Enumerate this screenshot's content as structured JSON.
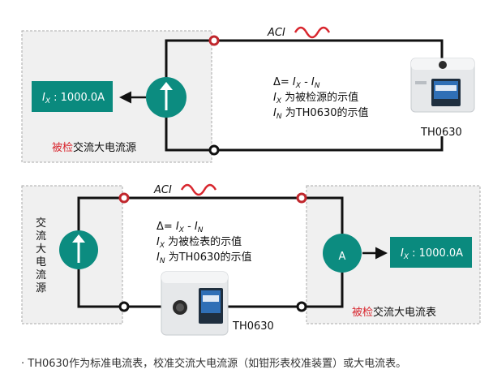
{
  "top_panel": {
    "source_label_red": "被检",
    "source_label_rest": "交流大电流源",
    "display_prefix": "I",
    "display_sub": "X",
    "display_value": " : 1000.0A",
    "ac_label": "ACI",
    "eq_line1": "Δ= ",
    "eq_ix": "I",
    "eq_ix_sub": "X",
    "eq_minus": " - ",
    "eq_in": "I",
    "eq_in_sub": "N",
    "line2_var": "I",
    "line2_sub": "X",
    "line2_text": " 为被检源的示值",
    "line3_var": "I",
    "line3_sub": "N",
    "line3_text": " 为TH0630的示值",
    "device_label": "TH0630"
  },
  "bottom_panel": {
    "source_label": [
      "交",
      "流",
      "大",
      "电",
      "流",
      "源"
    ],
    "meter_letter": "A",
    "display_prefix": "I",
    "display_sub": "X",
    "display_value": " : 1000.0A",
    "ac_label": "ACI",
    "eq_line1": "Δ= ",
    "eq_ix": "I",
    "eq_ix_sub": "X",
    "eq_minus": " - ",
    "eq_in": "I",
    "eq_in_sub": "N",
    "line2_var": "I",
    "line2_sub": "X",
    "line2_text": " 为被检表的示值",
    "line3_var": "I",
    "line3_sub": "N",
    "line3_text": " 为TH0630的示值",
    "meter_label_red": "被检",
    "meter_label_rest": "交流大电流表",
    "device_label": "TH0630"
  },
  "caption": "· TH0630作为标准电流表，校准交流大电流源（如钳形表校准装置）或大电流表。",
  "colors": {
    "teal": "#0c8c80",
    "red": "#d8262e",
    "panel": "#f0f0f0"
  },
  "icons": [
    "up-arrow-icon",
    "right-arrow-icon",
    "ac-wave-icon",
    "terminal-icon"
  ]
}
